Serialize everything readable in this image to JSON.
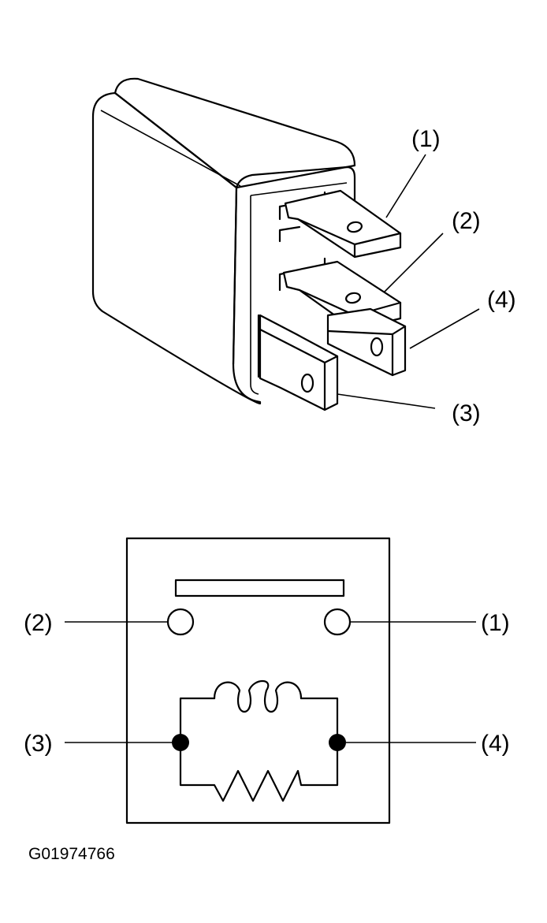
{
  "illustration": {
    "callouts": [
      "(1)",
      "(2)",
      "(4)",
      "(3)"
    ]
  },
  "schematic": {
    "terminals": {
      "t1": "(1)",
      "t2": "(2)",
      "t3": "(3)",
      "t4": "(4)"
    }
  },
  "figure_code": "G01974766"
}
